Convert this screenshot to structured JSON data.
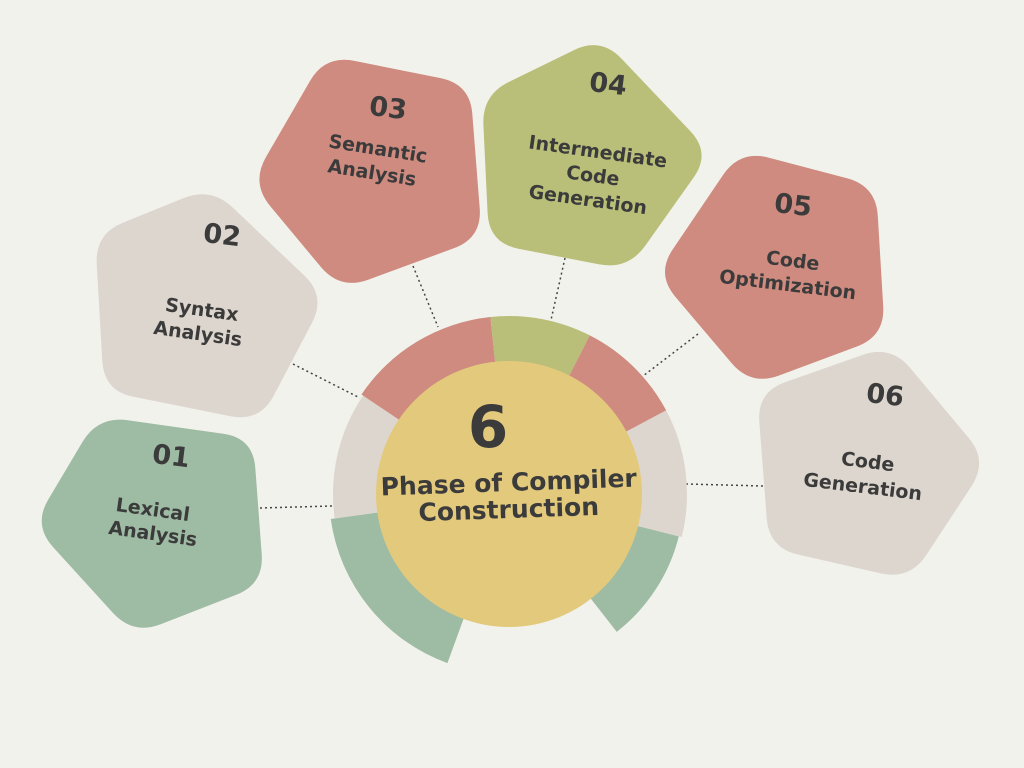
{
  "center": {
    "number": "6",
    "title_line1": "Phase of Compiler",
    "title_line2": "Construction"
  },
  "colors": {
    "background": "#f2f2ec",
    "green": "#9ebba4",
    "beige": "#ddd6ce",
    "salmon": "#cf8b7f",
    "olive": "#b9be78",
    "center": "#e3c97c",
    "text": "#3b3b3b"
  },
  "phases": [
    {
      "number": "01",
      "lines": [
        "Lexical",
        "Analysis"
      ],
      "color": "green"
    },
    {
      "number": "02",
      "lines": [
        "Syntax",
        "Analysis"
      ],
      "color": "beige"
    },
    {
      "number": "03",
      "lines": [
        "Semantic",
        "Analysis"
      ],
      "color": "salmon"
    },
    {
      "number": "04",
      "lines": [
        "Intermediate",
        "Code",
        "Generation"
      ],
      "color": "olive"
    },
    {
      "number": "05",
      "lines": [
        "Code",
        "Optimization"
      ],
      "color": "salmon"
    },
    {
      "number": "06",
      "lines": [
        "Code",
        "Generation"
      ],
      "color": "beige"
    }
  ]
}
